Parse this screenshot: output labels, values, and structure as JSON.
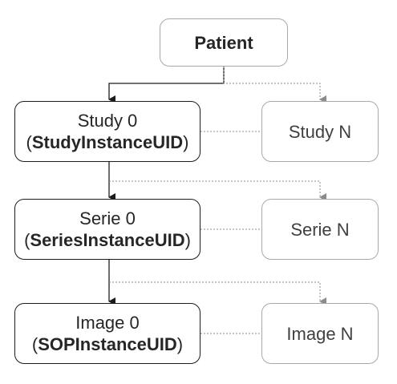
{
  "patient": {
    "label": "Patient"
  },
  "study_0": {
    "name": "Study 0",
    "uid_open": "(",
    "uid": "StudyInstanceUID",
    "uid_close": ")"
  },
  "study_n": {
    "label": "Study N"
  },
  "serie_0": {
    "name": "Serie 0",
    "uid_open": "(",
    "uid": "SeriesInstanceUID",
    "uid_close": ")"
  },
  "serie_n": {
    "label": "Serie N"
  },
  "image_0": {
    "name": "Image 0",
    "uid_open": "(",
    "uid": "SOPInstanceUID",
    "uid_close": ")"
  },
  "image_n": {
    "label": "Image N"
  },
  "colors": {
    "primary_border": "#1c1c1c",
    "secondary_border": "#a9a9a9",
    "solid_connector": "#1c1c1c",
    "dotted_connector": "#8c8c8c"
  }
}
